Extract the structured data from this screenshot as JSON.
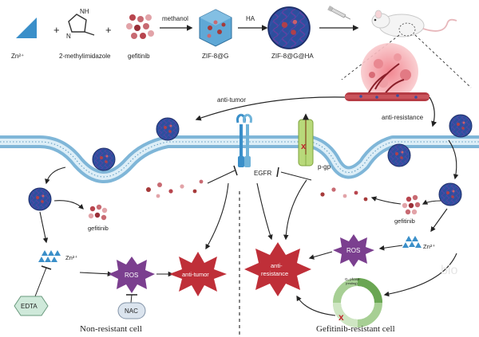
{
  "top_row": {
    "zn_label": "Zn²⁺",
    "plus": "+",
    "methylimidazole_label": "2-methylimidazole",
    "gefitinib_label": "gefitinib",
    "methanol_label": "methanol",
    "zif8g_label": "ZIF-8@G",
    "ha_label": "HA",
    "zif8gha_label": "ZIF-8@G@HA",
    "nh_label": "NH",
    "n_label": "N"
  },
  "pathway_labels": {
    "anti_tumor_arrow": "anti-tumor",
    "anti_resistance_arrow": "anti-resistance",
    "egfr": "EGFR",
    "pgp": "p-gp"
  },
  "left_cell": {
    "gefitinib": "gefitinib",
    "zn": "Zn²⁺",
    "ros": "ROS",
    "anti_tumor": "anti-tumor",
    "edta": "EDTA",
    "nac": "NAC",
    "title": "Non-resistant cell"
  },
  "right_cell": {
    "gefitinib": "gefitinib",
    "zn": "Zn²⁺",
    "ros": "ROS",
    "anti_resistance_line1": "anti-",
    "anti_resistance_line2": "resistance",
    "cycle_label": "G₁ phase",
    "cycle_sub": "(resting)",
    "title": "Gefitinib-resistant cell"
  },
  "watermark": "bio",
  "colors": {
    "zinc_blue": "#3a8fc9",
    "drug_red": "#a63a3a",
    "burst_red": "#bf2f38",
    "ros_purple": "#7b3f8f",
    "membrane_blue": "#9ccbe6",
    "box_mint": "#cfe9da"
  }
}
